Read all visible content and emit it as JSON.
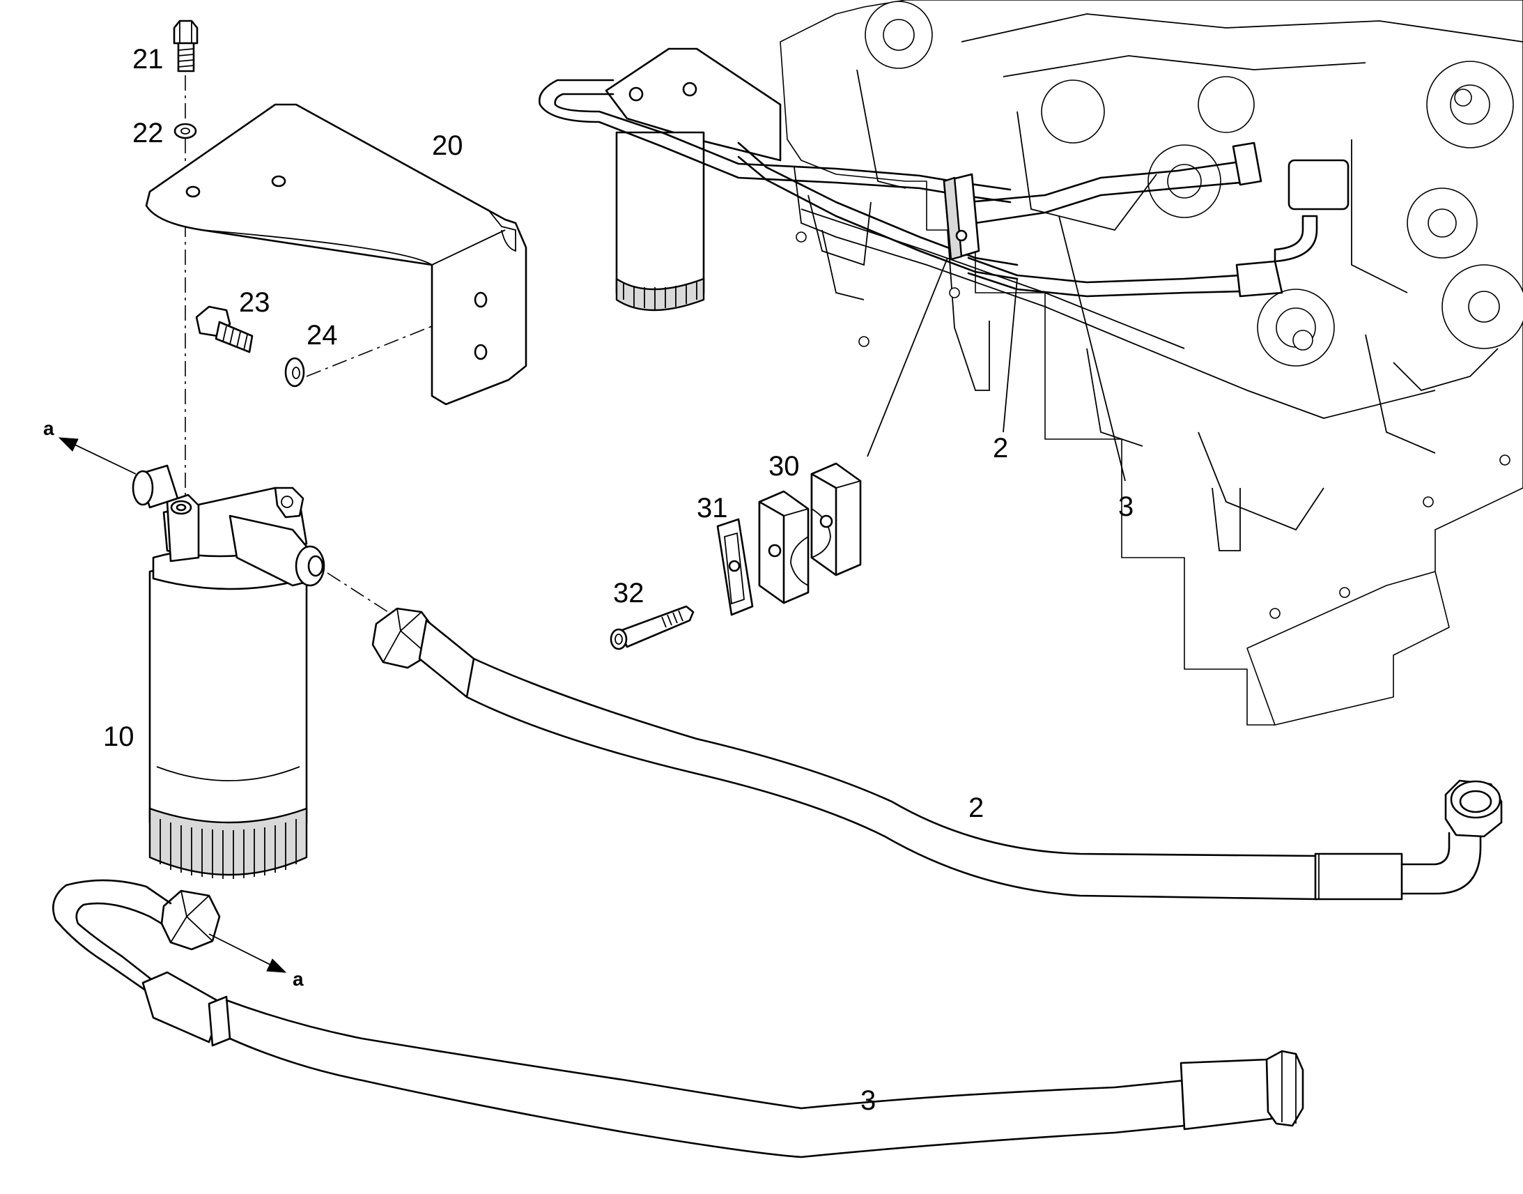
{
  "diagram": {
    "callouts": {
      "bolt": "21",
      "washer_top": "22",
      "bracket": "20",
      "bolt_side": "23",
      "washer_side": "24",
      "filter": "10",
      "clamp_half": "30",
      "clamp_plate": "31",
      "clamp_screw": "32",
      "hose_2_inset": "2",
      "hose_3_inset": "3",
      "hose_2_main": "2",
      "hose_3_main": "3",
      "arrow_a_top": "a",
      "arrow_a_bottom": "a"
    }
  }
}
